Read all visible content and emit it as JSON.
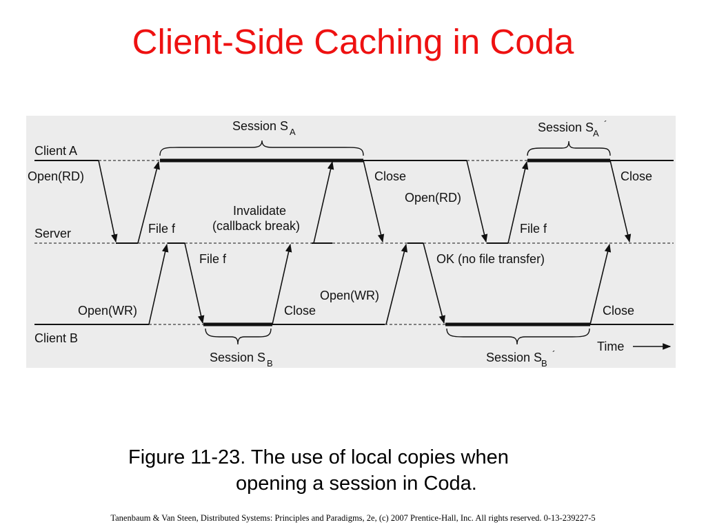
{
  "title": "Client-Side Caching in Coda",
  "diagram": {
    "lanes": {
      "client_a": "Client A",
      "server": "Server",
      "client_b": "Client B"
    },
    "labels": {
      "open_rd_1": "Open(RD)",
      "file_f_a1": "File f",
      "invalidate": "Invalidate",
      "callback_break": "(callback break)",
      "close_a1": "Close",
      "open_rd_2": "Open(RD)",
      "file_f_a2": "File f",
      "close_a2": "Close",
      "open_wr_1": "Open(WR)",
      "file_f_b1": "File f",
      "close_b1": "Close",
      "open_wr_2": "Open(WR)",
      "ok_no_transfer": "OK (no file transfer)",
      "close_b2": "Close",
      "time": "Time"
    },
    "sessions": {
      "sa": {
        "text": "Session S",
        "sub": "A"
      },
      "sa_prime": {
        "text": "Session S",
        "sub": "A"
      },
      "sb": {
        "text": "Session S",
        "sub": "B"
      },
      "sb_prime": {
        "text": "Session S",
        "sub": "B"
      }
    }
  },
  "caption": {
    "line1": "Figure 11-23. The use of local copies when",
    "line2": "opening a session in Coda."
  },
  "footer": "Tanenbaum & Van Steen, Distributed Systems: Principles and Paradigms, 2e, (c) 2007 Prentice-Hall, Inc. All rights reserved. 0-13-239227-5"
}
